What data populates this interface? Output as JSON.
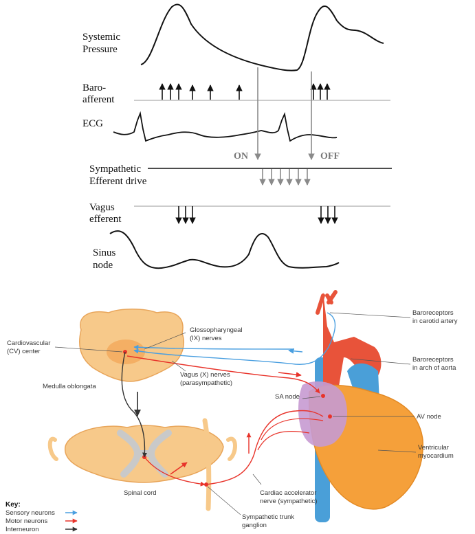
{
  "top_labels": {
    "systemic_1": "Systemic",
    "systemic_2": "Pressure",
    "baro_1": "Baro-",
    "baro_2": "afferent",
    "ecg": "ECG",
    "on": "ON",
    "off": "OFF",
    "symp_1": "Sympathetic",
    "symp_2": "Efferent drive",
    "vagus_1": "Vagus",
    "vagus_2": "efferent",
    "sinus_1": "Sinus",
    "sinus_2": "node"
  },
  "bottom_labels": {
    "cv_1": "Cardiovascular",
    "cv_2": "(CV) center",
    "medulla": "Medulla oblongata",
    "glosso_1": "Glossopharyngeal",
    "glosso_2": "(IX) nerves",
    "vagus_1": "Vagus (X) nerves",
    "vagus_2": "(parasympathetic)",
    "carotid_1": "Baroreceptors",
    "carotid_2": "in carotid artery",
    "aorta_1": "Baroreceptors",
    "aorta_2": "in arch of aorta",
    "sa": "SA node",
    "av": "AV node",
    "vent_1": "Ventricular",
    "vent_2": "myocardium",
    "spinal": "Spinal cord",
    "cardiac_1": "Cardiac accelerator",
    "cardiac_2": "nerve (sympathetic)",
    "trunk_1": "Sympathetic trunk",
    "trunk_2": "ganglion"
  },
  "key": {
    "title": "Key:",
    "sensory": "Sensory neurons",
    "motor": "Motor neurons",
    "inter": "Interneuron"
  },
  "colors": {
    "sensory": "#4a9fe0",
    "motor": "#e8332a",
    "inter": "#333333",
    "tissue": "#f7c98a",
    "artery": "#e8533a",
    "vein": "#4a9fd8",
    "heart": "#f5a03a",
    "sa_region": "#c79ad2"
  }
}
